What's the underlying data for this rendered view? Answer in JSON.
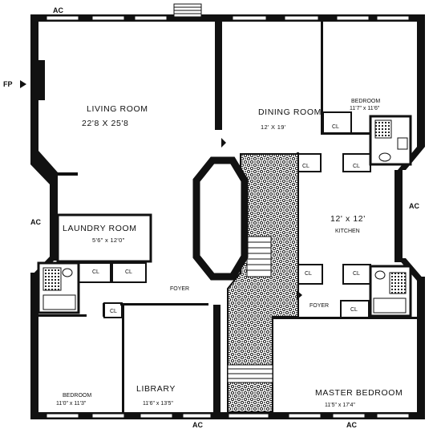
{
  "rooms": {
    "living": {
      "name": "LIVING ROOM",
      "dims": "22'8 X 25'8"
    },
    "dining": {
      "name": "DINING ROOM",
      "dims": "12' X 19'"
    },
    "bedroom_ne": {
      "name": "BEDROOM",
      "dims": "11'7\" x 11'6\""
    },
    "kitchen": {
      "name": "12' x 12'",
      "dims": "KITCHEN"
    },
    "laundry": {
      "name": "LAUNDRY ROOM",
      "dims": "5'6\" x 12'0\""
    },
    "bedroom_sw": {
      "name": "BEDROOM",
      "dims": "11'0\" x 11'3\""
    },
    "library": {
      "name": "LIBRARY",
      "dims": "11'6\" x 13'5\""
    },
    "master": {
      "name": "MASTER BEDROOM",
      "dims": "11'5\" x 17'4\""
    }
  },
  "labels": {
    "foyer_left": "FOYER",
    "foyer_right": "FOYER",
    "closet": "CL"
  },
  "markers": {
    "ac": "AC",
    "fp": "FP"
  }
}
